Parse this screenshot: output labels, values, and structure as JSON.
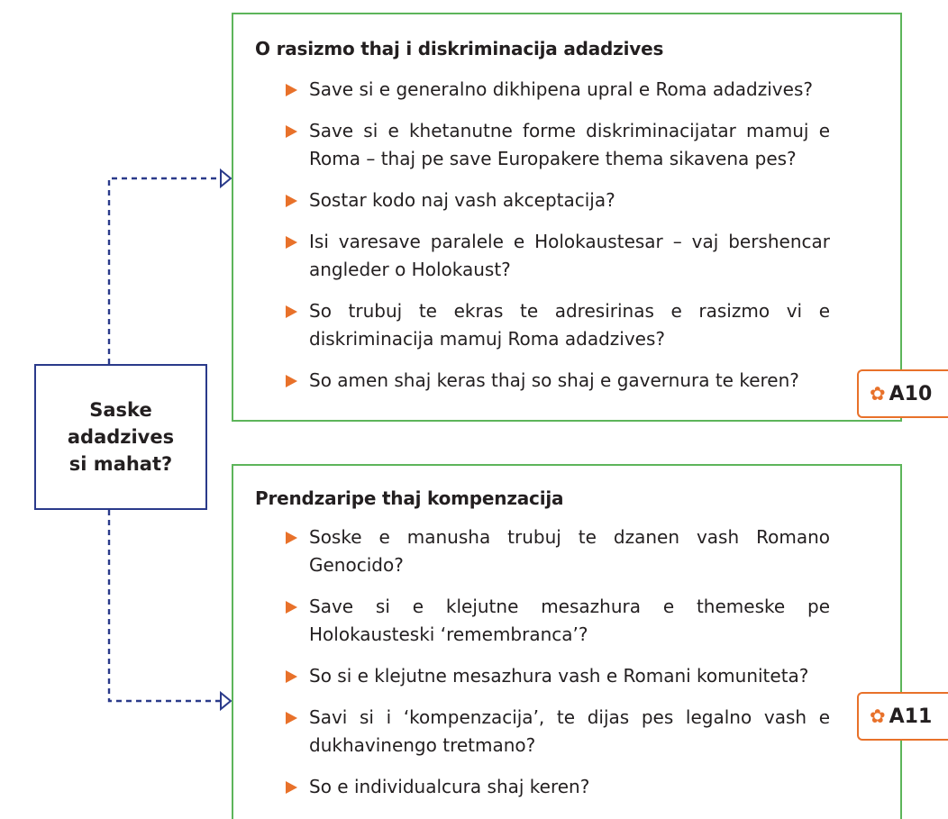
{
  "center": {
    "label": "Saske adadzives si mahat?"
  },
  "panels": [
    {
      "title": "O rasizmo thaj i diskriminacija adadzives",
      "badge": "A10",
      "questions": [
        "Save si e generalno dikhipena upral e Roma adadzives?",
        "Save si e khetanutne forme diskriminacijatar mamuj e Roma – thaj pe save Europakere thema sikavena pes?",
        "Sostar kodo naj vash akceptacija?",
        "Isi varesave paralele e Holokaustesar – vaj bershencar angleder o Holokaust?",
        "So trubuj te ekras te adresirinas e rasizmo vi e diskriminacija mamuj Roma adadzives?",
        "So amen shaj keras thaj so shaj e gavernura te keren?"
      ]
    },
    {
      "title": "Prendzaripe thaj kompenzacija",
      "badge": "A11",
      "questions": [
        "Soske e manusha trubuj te dzanen vash Romano Genocido?",
        "Save si e klejutne mesazhura e themeske pe Holokausteski ‘remembranca’?",
        "So si e klejutne mesazhura vash e Romani komuniteta?",
        "Savi si i ‘kompenzacija’, te dijas pes legalno vash e dukhavinengo tretmano?",
        "So e individualcura shaj keren?"
      ]
    }
  ],
  "colors": {
    "panel_border": "#5db55a",
    "center_border": "#2a3a8a",
    "accent": "#e8712a"
  },
  "icons": {
    "bullet": "orange-triangle-bullet-icon",
    "badge": "gear-icon"
  }
}
